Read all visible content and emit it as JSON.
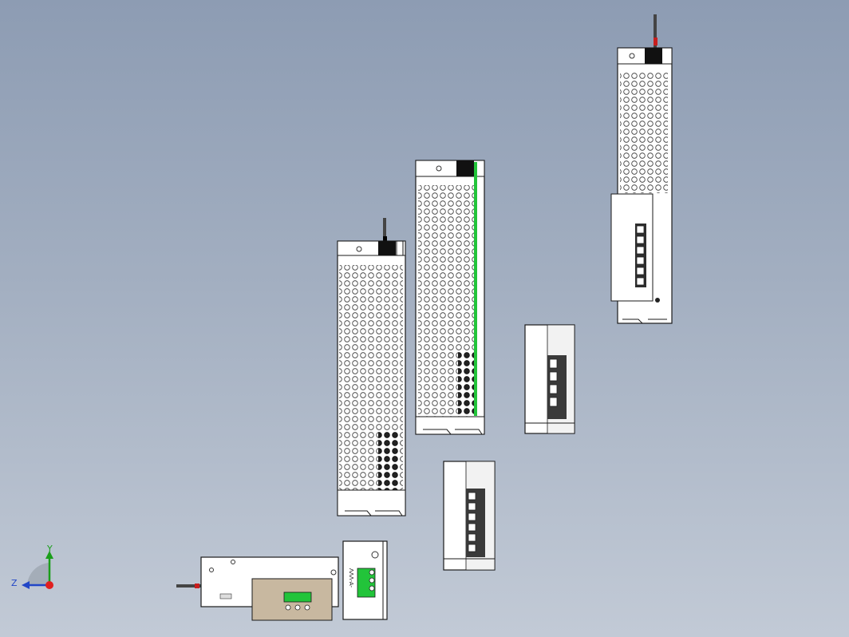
{
  "viewport": {
    "background_top": "#8d9cb3",
    "background_bottom": "#c2cad6"
  },
  "triad": {
    "y_label": "Y",
    "z_label": "Z",
    "colors": {
      "y": "#1a9e1a",
      "z": "#2146c7",
      "origin": "#e01f1f"
    }
  },
  "model": {
    "body_fill": "#ffffff",
    "edge_color": "#1a1a1a",
    "terminal_color": "#3a3a3a",
    "connector_color": "#22c43a",
    "label_plate_color": "#c8b8a0",
    "led_color": "#c81e1e",
    "views": [
      {
        "id": "isometric-front",
        "icon": "power-supply-body"
      },
      {
        "id": "isometric-mid",
        "icon": "power-supply-body"
      },
      {
        "id": "isometric-back",
        "icon": "power-supply-body"
      },
      {
        "id": "terminal-end-upper",
        "icon": "terminal-block"
      },
      {
        "id": "terminal-end-lower",
        "icon": "terminal-block"
      },
      {
        "id": "side-view",
        "icon": "side-profile"
      },
      {
        "id": "end-view",
        "icon": "end-profile"
      }
    ],
    "side_label": "ΛΛΛ-A-"
  }
}
